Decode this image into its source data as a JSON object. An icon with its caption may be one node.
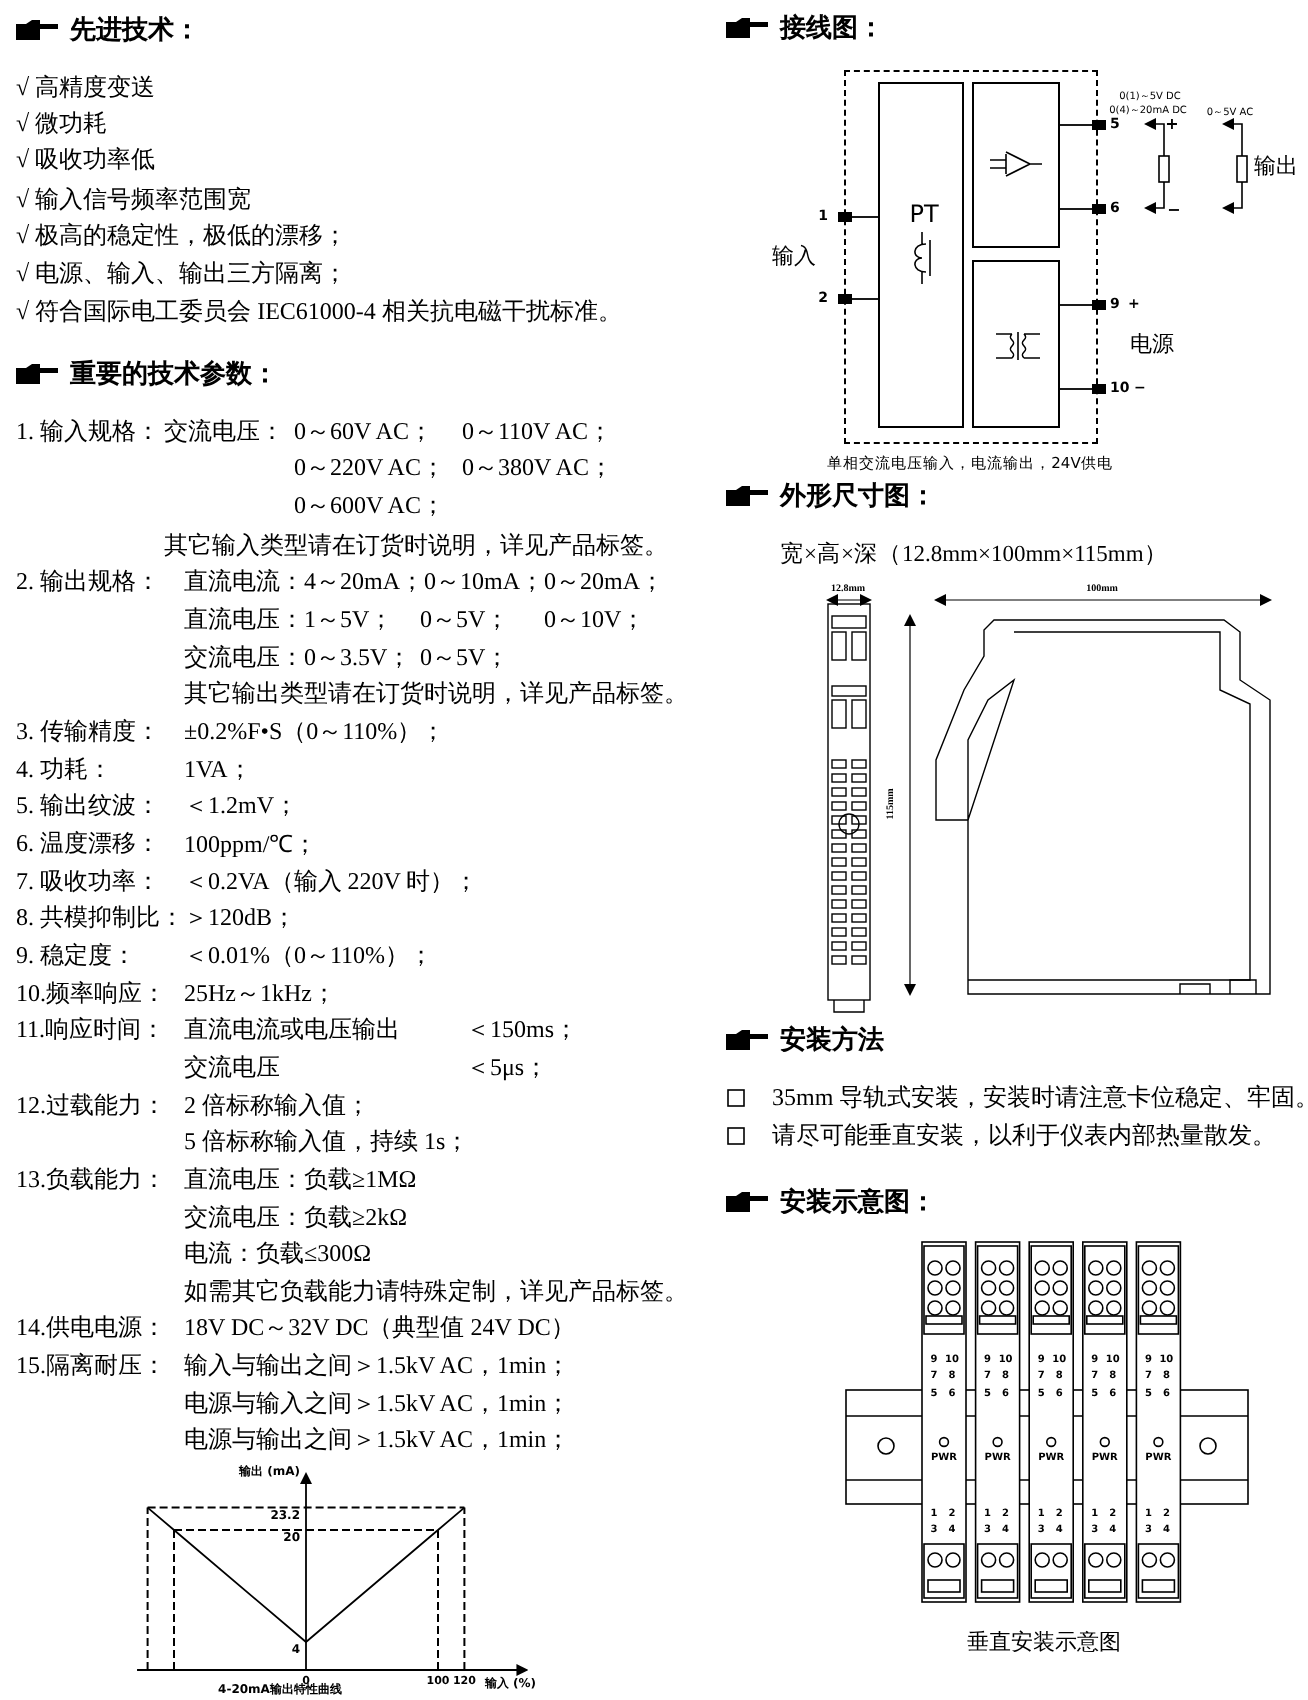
{
  "diagram": {
    "nodes": [
      {
        "text": [],
        "shape": "box"
      },
      {
        "text": [
          "PT"
        ],
        "in": 0
      },
      {
        "text": [],
        "shape": "box",
        "in": 0
      },
      {
        "text": [],
        "shape": "box",
        "in": 0
      },
      {
        "text": [],
        "shape": "box",
        "beside": [
          "1"
        ]
      },
      {
        "text": [],
        "shape": "box",
        "beside": [
          "2"
        ]
      },
      {
        "text": [],
        "shape": "box",
        "beside": [
          "5"
        ]
      },
      {
        "text": [],
        "shape": "box",
        "beside": [
          "6"
        ]
      },
      {
        "text": [],
        "shape": "box",
        "beside": [
          "9",
          "+"
        ]
      },
      {
        "text": [],
        "shape": "box",
        "beside": [
          "10",
          "−"
        ]
      }
    ],
    "edges": [
      {
        "from": 4,
        "to": 1,
        "arrow": "none"
      },
      {
        "from": 5,
        "to": 1,
        "arrow": "none"
      },
      {
        "from": 6,
        "to": 2,
        "arrow": "none"
      },
      {
        "from": 7,
        "to": 2,
        "arrow": "none"
      },
      {
        "from": 8,
        "to": 3,
        "arrow": "none"
      },
      {
        "from": 9,
        "to": 3,
        "arrow": "none"
      }
    ],
    "labels": [
      "先进技术：",
      "√ 高精度变送",
      "√ 微功耗",
      "√ 吸收功率低",
      "√ 输入信号频率范围宽",
      "√ 极高的稳定性，极低的漂移；",
      "√ 电源、输入、输出三方隔离；",
      "√ 符合国际电工委员会 IEC61000-4 相关抗电磁干扰标准。",
      "重要的技术参数：",
      "1. 输入规格：",
      "交流电压：",
      "0～60V AC；",
      "0～110V AC；",
      "0～220V AC；",
      "0～380V AC；",
      "0～600V AC；",
      "其它输入类型请在订货时说明，详见产品标签。",
      "2. 输出规格：",
      "直流电流：",
      "4～20mA；",
      "0～10mA；",
      "0～20mA；",
      "直流电压：",
      "1～5V；",
      "0～5V；",
      "0～10V；",
      "交流电压：",
      "0～3.5V；",
      "0～5V；",
      "其它输出类型请在订货时说明，详见产品标签。",
      "3. 传输精度：",
      "±0.2%F•S（0～110%）；",
      "4. 功耗：",
      "1VA；",
      "5. 输出纹波：",
      "＜1.2mV；",
      "6. 温度漂移：",
      "100ppm/℃；",
      "7. 吸收功率：",
      "＜0.2VA（输入 220V 时）；",
      "8. 共模抑制比：",
      "＞120dB；",
      "9. 稳定度：",
      "＜0.01%（0～110%）；",
      "10.频率响应：",
      "25Hz～1kHz；",
      "11.响应时间：",
      "直流电流或电压输出",
      "＜150ms；",
      "交流电压",
      "＜5μs；",
      "12.过载能力：",
      "2 倍标称输入值；",
      "5 倍标称输入值，持续 1s；",
      "13.负载能力：",
      "直流电压：负载≥1MΩ",
      "交流电压：负载≥2kΩ",
      "电流：负载≤300Ω",
      "如需其它负载能力请特殊定制，详见产品标签。",
      "14.供电电源：",
      "18V DC～32V DC（典型值 24V DC）",
      "15.隔离耐压：",
      "输入与输出之间＞1.5kV AC，1min；",
      "电源与输入之间＞1.5kV AC，1min；",
      "电源与输出之间＞1.5kV AC，1min；",
      "接线图：",
      "0(1)～5V DC",
      "0(4)～20mA DC",
      "0～5V AC",
      "+",
      "−",
      "输出",
      "输入",
      "电源",
      "单相交流电压输入，电流输出，24V供电",
      "外形尺寸图：",
      "宽×高×深（12.8mm×100mm×115mm）",
      "12.8mm",
      "100mm",
      "115mm",
      "安装方法",
      "35mm 导轨式安装，安装时请注意卡位稳定、牢固。",
      "请尽可能垂直安装，以利于仪表内部热量散发。",
      "安装示意图：",
      "9",
      "10",
      "7",
      "8",
      "5",
      "6",
      "PWR",
      "1",
      "2",
      "3",
      "4",
      "9",
      "10",
      "7",
      "8",
      "5",
      "6",
      "PWR",
      "1",
      "2",
      "3",
      "4",
      "9",
      "10",
      "7",
      "8",
      "5",
      "6",
      "PWR",
      "1",
      "2",
      "3",
      "4",
      "9",
      "10",
      "7",
      "8",
      "5",
      "6",
      "PWR",
      "1",
      "2",
      "3",
      "4",
      "9",
      "10",
      "7",
      "8",
      "5",
      "6",
      "PWR",
      "1",
      "2",
      "3",
      "4",
      "垂直安装示意图"
    ],
    "chart_data": {
      "type": "line",
      "title": "4-20mA输出特性曲线",
      "xlabel": "输入 (%)",
      "ylabel": "输出 (mA)",
      "x": [
        -120,
        -100,
        0,
        100,
        120
      ],
      "series": [
        {
          "values": [
            23.2,
            20,
            4,
            20,
            23.2
          ]
        }
      ],
      "xlim": [
        -128,
        167
      ],
      "ylim": [
        0,
        28
      ],
      "xticks": [
        0,
        100,
        120
      ],
      "yticks": [
        4,
        20,
        23.2
      ],
      "ref_lines": [
        {
          "axis": "x",
          "value": -120
        },
        {
          "axis": "x",
          "value": -100
        },
        {
          "axis": "x",
          "value": 100
        },
        {
          "axis": "x",
          "value": 120
        },
        {
          "axis": "y",
          "value": 23.2
        },
        {
          "axis": "y",
          "value": 20
        }
      ]
    }
  }
}
